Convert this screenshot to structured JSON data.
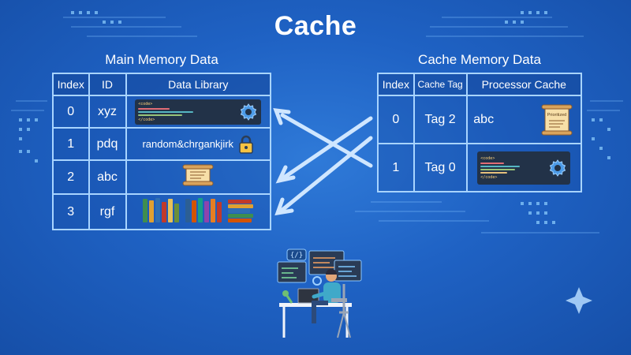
{
  "title": "Cache",
  "main_memory": {
    "title": "Main Memory Data",
    "headers": [
      "Index",
      "ID",
      "Data Library"
    ],
    "rows": [
      {
        "index": "0",
        "id": "xyz",
        "library": "",
        "library_icon": "code-gear-icon"
      },
      {
        "index": "1",
        "id": "pdq",
        "library": "random&chrgankjirk",
        "library_icon": "lock-icon"
      },
      {
        "index": "2",
        "id": "abc",
        "library": "",
        "library_icon": "scroll-icon"
      },
      {
        "index": "3",
        "id": "rgf",
        "library": "",
        "library_icon": "books-icon"
      }
    ]
  },
  "cache_memory": {
    "title": "Cache Memory Data",
    "headers": [
      "Index",
      "Cache Tag",
      "Processor Cache"
    ],
    "rows": [
      {
        "index": "0",
        "tag": "Tag 2",
        "value": "abc",
        "value_icon": "prioritized-scroll-icon",
        "scroll_label": "Prioritized"
      },
      {
        "index": "1",
        "tag": "Tag 0",
        "value": "",
        "value_icon": "code-gear-icon"
      }
    ]
  },
  "code_tag_open": "<code>",
  "code_tag_close": "</code>",
  "illustration": {
    "code_badge": "{/}",
    "icon": "developer-at-desk-icon"
  },
  "colors": {
    "accent": "#a8d4ff",
    "background": "#1f62c4"
  }
}
